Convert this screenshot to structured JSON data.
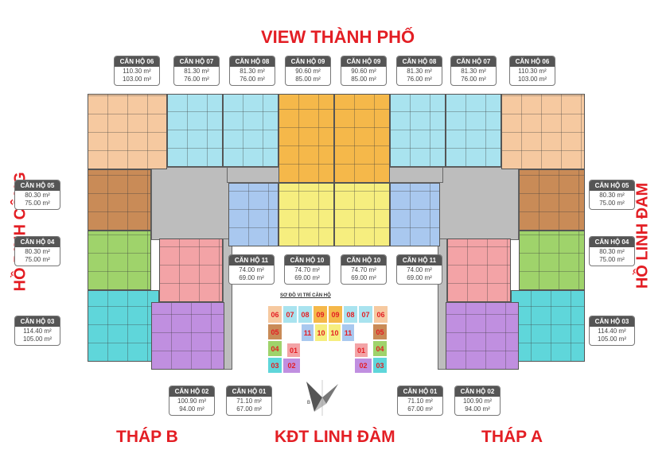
{
  "titles": {
    "top": "VIEW THÀNH PHỐ",
    "left": "HỒ ĐỊNH CÔNG",
    "right": "HỒ LINH ĐÀM",
    "tower_b": "THÁP B",
    "center": "KĐT LINH ĐÀM",
    "tower_a": "THÁP A"
  },
  "colors": {
    "c01": "#f3a3a6",
    "c02": "#c08fe0",
    "c03": "#5fd6da",
    "c04": "#9fd36b",
    "c05": "#c98b57",
    "c06": "#f6c9a0",
    "c07": "#a9e3ef",
    "c08": "#a9e3ef",
    "c09": "#f5b84a",
    "c10": "#f6ee7f",
    "c11": "#a9c8ef",
    "corridor": "#bdbdbd",
    "accent": "#e31e24"
  },
  "labels": [
    {
      "name": "CĂN HỘ 06",
      "a": "110.30 m²",
      "b": "103.00 m²"
    },
    {
      "name": "CĂN HỘ 07",
      "a": "81.30 m²",
      "b": "76.00 m²"
    },
    {
      "name": "CĂN HỘ 08",
      "a": "81.30 m²",
      "b": "76.00 m²"
    },
    {
      "name": "CĂN HỘ 09",
      "a": "90.60 m²",
      "b": "85.00 m²"
    },
    {
      "name": "CĂN HỘ 09",
      "a": "90.60 m²",
      "b": "85.00 m²"
    },
    {
      "name": "CĂN HỘ 08",
      "a": "81.30 m²",
      "b": "76.00 m²"
    },
    {
      "name": "CĂN HỘ 07",
      "a": "81.30 m²",
      "b": "76.00 m²"
    },
    {
      "name": "CĂN HỘ 06",
      "a": "110.30 m²",
      "b": "103.00 m²"
    },
    {
      "name": "CĂN HỘ 05",
      "a": "80.30 m²",
      "b": "75.00 m²"
    },
    {
      "name": "CĂN HỘ 04",
      "a": "80.30 m²",
      "b": "75.00 m²"
    },
    {
      "name": "CĂN HỘ 03",
      "a": "114.40 m²",
      "b": "105.00 m²"
    },
    {
      "name": "CĂN HỘ 05",
      "a": "80.30 m²",
      "b": "75.00 m²"
    },
    {
      "name": "CĂN HỘ 04",
      "a": "80.30 m²",
      "b": "75.00 m²"
    },
    {
      "name": "CĂN HỘ 03",
      "a": "114.40 m²",
      "b": "105.00 m²"
    },
    {
      "name": "CĂN HỘ 11",
      "a": "74.00 m²",
      "b": "69.00 m²"
    },
    {
      "name": "CĂN HỘ 10",
      "a": "74.70 m²",
      "b": "69.00 m²"
    },
    {
      "name": "CĂN HỘ 10",
      "a": "74.70 m²",
      "b": "69.00 m²"
    },
    {
      "name": "CĂN HỘ 11",
      "a": "74.00 m²",
      "b": "69.00 m²"
    },
    {
      "name": "CĂN HỘ 02",
      "a": "100.90 m²",
      "b": "94.00 m²"
    },
    {
      "name": "CĂN HỘ 01",
      "a": "71.10 m²",
      "b": "67.00 m²"
    },
    {
      "name": "CĂN HỘ 01",
      "a": "71.10 m²",
      "b": "67.00 m²"
    },
    {
      "name": "CĂN HỘ 02",
      "a": "100.90 m²",
      "b": "94.00 m²"
    }
  ],
  "minimap": {
    "title": "SƠ ĐỒ VỊ TRÍ CĂN HỘ",
    "top_row": [
      "06",
      "07",
      "08",
      "09",
      "09",
      "08",
      "07",
      "06"
    ],
    "mid_row": [
      "11",
      "10",
      "10",
      "11"
    ],
    "left_col": [
      "05",
      "04",
      "03"
    ],
    "inner": [
      "01",
      "02"
    ]
  },
  "compass": {
    "label": "B"
  }
}
